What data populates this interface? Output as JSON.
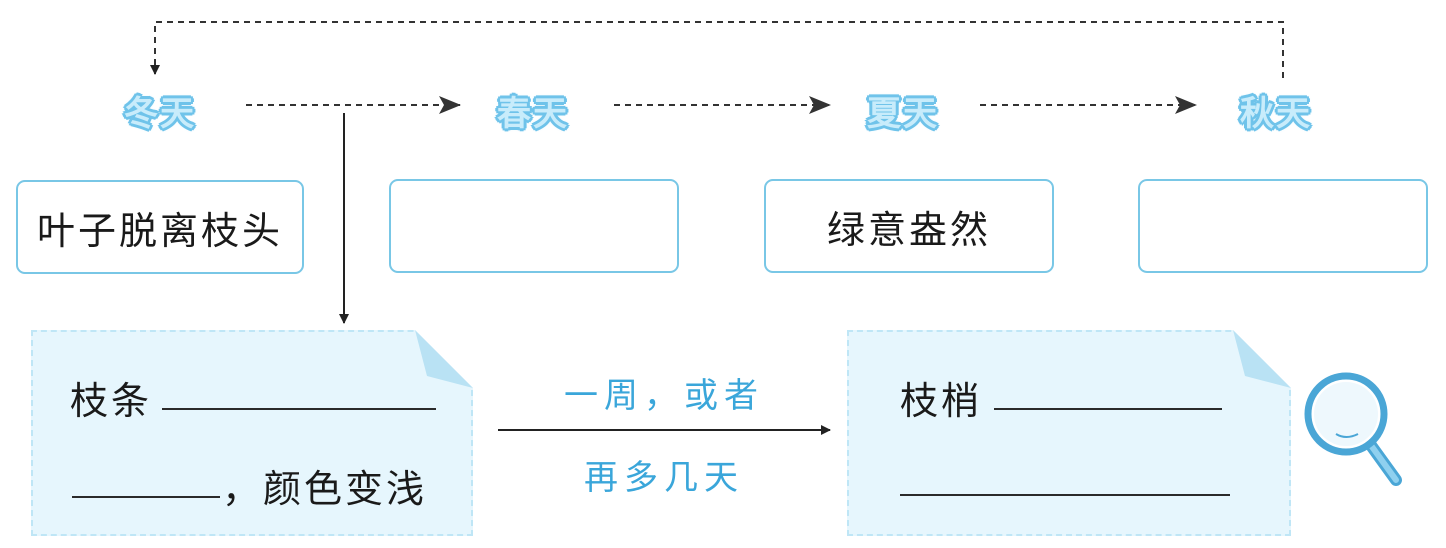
{
  "seasons": {
    "winter": "冬天",
    "spring": "春天",
    "summer": "夏天",
    "autumn": "秋天"
  },
  "boxes": {
    "winter": "叶子脱离枝头",
    "spring": "",
    "summer": "绿意盎然",
    "autumn": ""
  },
  "note_left": {
    "line1_prefix": "枝条",
    "line2_suffix": "，颜色变浅"
  },
  "transition": {
    "top": "一周，或者",
    "bottom": "再多几天"
  },
  "note_right": {
    "line1_prefix": "枝梢"
  },
  "colors": {
    "accent_blue": "#3aa6da",
    "box_border": "#79c7e6",
    "note_fill": "#e6f6fd"
  },
  "icons": [
    "magnifier-icon"
  ]
}
